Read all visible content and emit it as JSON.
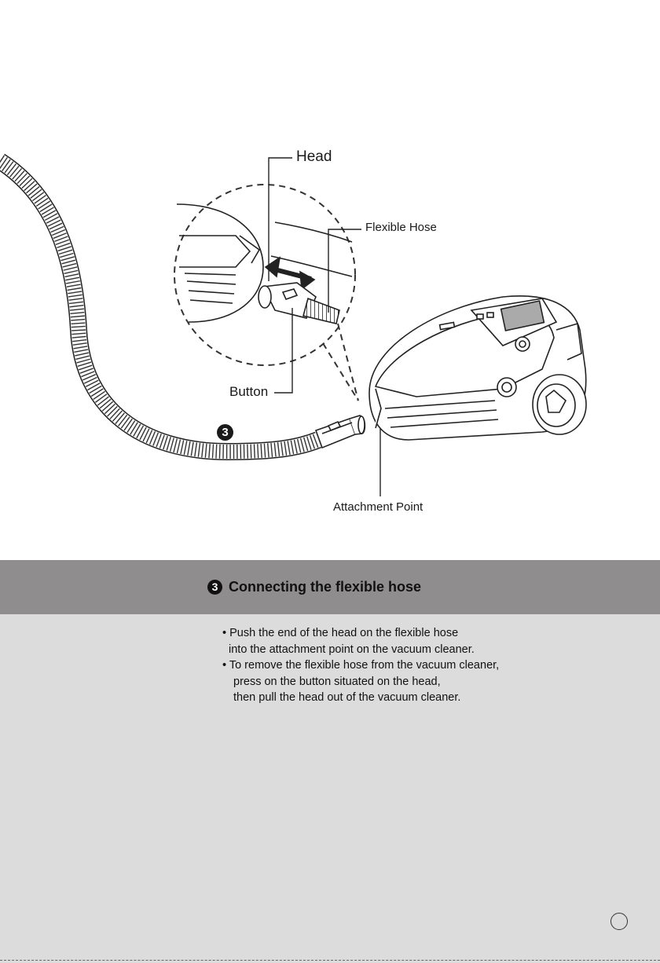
{
  "illustration": {
    "labels": {
      "head": "Head",
      "flexible_hose": "Flexible Hose",
      "button": "Button",
      "attachment_point": "Attachment Point"
    },
    "step_marker": "3"
  },
  "section": {
    "number": "3",
    "title": "Connecting the flexible hose"
  },
  "instructions": {
    "lines": [
      "• Push the end of the head on the flexible hose",
      "into the attachment point on the vacuum cleaner.",
      "• To remove the flexible hose from the vacuum cleaner,",
      "press on the button situated on the head,",
      "then pull the head out of the vacuum cleaner."
    ]
  },
  "colors": {
    "section_bar": "#8f8d8e",
    "body_background": "#dcdcdc"
  }
}
